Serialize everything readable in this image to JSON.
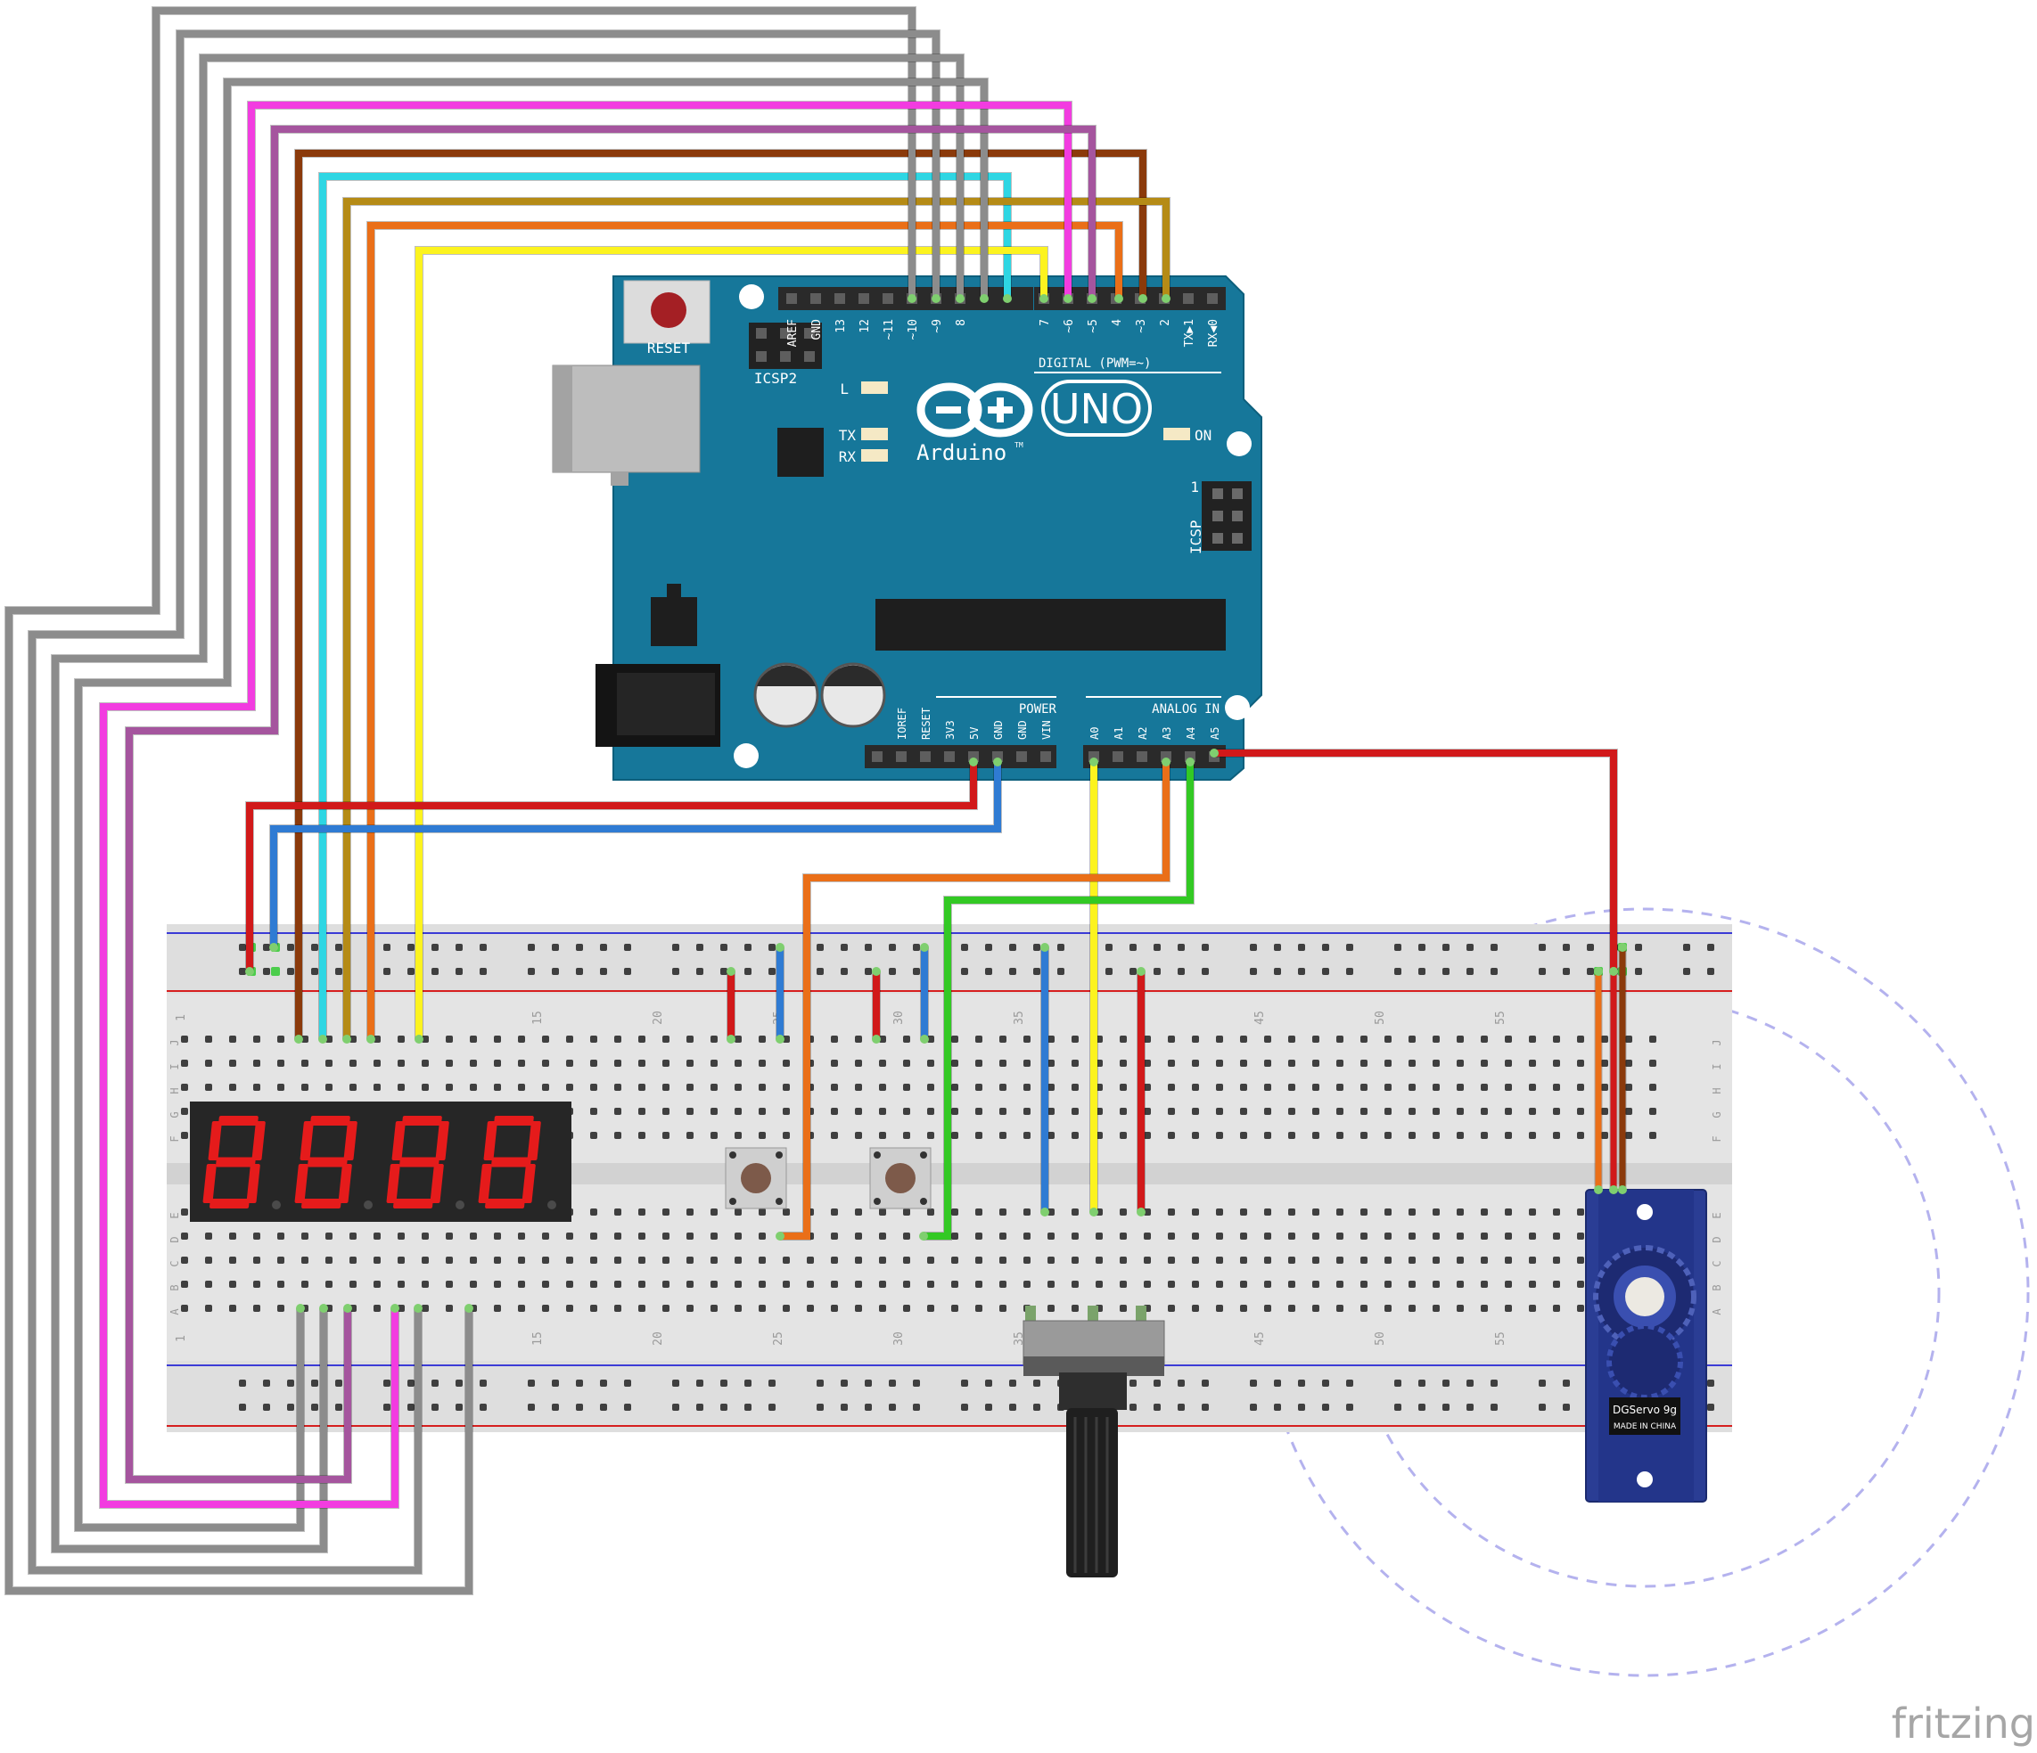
{
  "board": {
    "reset_label": "RESET",
    "icsp2_label": "ICSP2",
    "icsp_label": "ICSP",
    "icsp_pin1": "1",
    "l_label": "L",
    "tx_label": "TX",
    "rx_label": "RX",
    "on_label": "ON",
    "uno_label": "UNO",
    "brand_label": "Arduino",
    "tm_label": "TM",
    "digital_label": "DIGITAL (PWM=~)",
    "power_label": "POWER",
    "analog_label": "ANALOG IN",
    "digital_pins": [
      "AREF",
      "GND",
      "13",
      "12",
      "~11",
      "~10",
      "~9",
      "8",
      "7",
      "~6",
      "~5",
      "4",
      "~3",
      "2",
      "TX▶1",
      "RX◀0"
    ],
    "power_pins": [
      "IOREF",
      "RESET",
      "3V3",
      "5V",
      "GND",
      "GND",
      "VIN"
    ],
    "analog_pins": [
      "A0",
      "A1",
      "A2",
      "A3",
      "A4",
      "A5"
    ]
  },
  "breadboard": {
    "row_letters_top": [
      "J",
      "I",
      "H",
      "G",
      "F"
    ],
    "row_letters_bottom": [
      "E",
      "D",
      "C",
      "B",
      "A"
    ],
    "column_numbers": [
      "1",
      "15",
      "20",
      "25",
      "30",
      "35",
      "45",
      "50",
      "55"
    ]
  },
  "display": {
    "digits": "8888",
    "segment_color": "#e51b1b"
  },
  "servo": {
    "model": "DGServo 9g",
    "origin": "MADE IN CHINA"
  },
  "watermark": "fritzing",
  "colors": {
    "board": "#16779a",
    "gray_wire": "#8c8c8c",
    "magenta_wire": "#f23ce0",
    "purple_wire": "#a5559e",
    "brown_wire": "#8b3a0b",
    "cyan_wire": "#2ed6e3",
    "gold_wire": "#b58b16",
    "orange_wire": "#ea6f18",
    "yellow_wire": "#fcf31f",
    "red_wire": "#d1191a",
    "blue_wire": "#2f7bd3",
    "green_wire": "#33c924"
  }
}
